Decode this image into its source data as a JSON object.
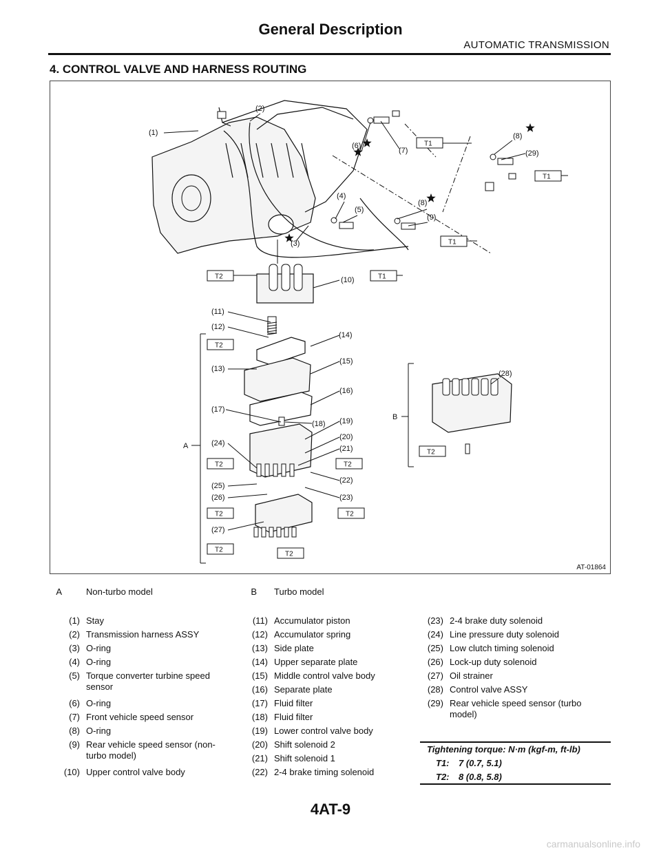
{
  "header": {
    "title": "General Description",
    "section": "AUTOMATIC TRANSMISSION"
  },
  "section_title": "4. CONTROL VALVE AND HARNESS ROUTING",
  "figure": {
    "code": "AT-01864",
    "callouts": [
      "(1)",
      "(2)",
      "(3)",
      "(4)",
      "(5)",
      "(6)",
      "(7)",
      "(8)",
      "(8)",
      "(9)",
      "(10)",
      "(11)",
      "(12)",
      "(13)",
      "(14)",
      "(15)",
      "(16)",
      "(17)",
      "(18)",
      "(19)",
      "(20)",
      "(21)",
      "(22)",
      "(23)",
      "(24)",
      "(25)",
      "(26)",
      "(27)",
      "(28)",
      "(29)"
    ],
    "torque_tags": [
      "T1",
      "T1",
      "T1",
      "T1",
      "T2",
      "T2",
      "T2",
      "T2",
      "T2",
      "T2",
      "T2",
      "T2",
      "T2"
    ],
    "group_labels": [
      "A",
      "B"
    ]
  },
  "model_legend": [
    {
      "code": "A",
      "text": "Non-turbo model"
    },
    {
      "code": "B",
      "text": "Turbo model"
    }
  ],
  "parts": {
    "col1": [
      {
        "num": "(1)",
        "name": "Stay"
      },
      {
        "num": "(2)",
        "name": "Transmission harness ASSY"
      },
      {
        "num": "(3)",
        "name": "O-ring"
      },
      {
        "num": "(4)",
        "name": "O-ring"
      },
      {
        "num": "(5)",
        "name": "Torque converter turbine speed sensor"
      },
      {
        "num": "(6)",
        "name": "O-ring"
      },
      {
        "num": "(7)",
        "name": "Front vehicle speed sensor"
      },
      {
        "num": "(8)",
        "name": "O-ring"
      },
      {
        "num": "(9)",
        "name": "Rear vehicle speed sensor (non-turbo model)"
      },
      {
        "num": "(10)",
        "name": "Upper control valve body"
      }
    ],
    "col2": [
      {
        "num": "(11)",
        "name": "Accumulator piston"
      },
      {
        "num": "(12)",
        "name": "Accumulator spring"
      },
      {
        "num": "(13)",
        "name": "Side plate"
      },
      {
        "num": "(14)",
        "name": "Upper separate plate"
      },
      {
        "num": "(15)",
        "name": "Middle control valve body"
      },
      {
        "num": "(16)",
        "name": "Separate plate"
      },
      {
        "num": "(17)",
        "name": "Fluid filter"
      },
      {
        "num": "(18)",
        "name": "Fluid filter"
      },
      {
        "num": "(19)",
        "name": "Lower control valve body"
      },
      {
        "num": "(20)",
        "name": "Shift solenoid 2"
      },
      {
        "num": "(21)",
        "name": "Shift solenoid 1"
      },
      {
        "num": "(22)",
        "name": "2-4 brake timing solenoid"
      }
    ],
    "col3": [
      {
        "num": "(23)",
        "name": "2-4 brake duty solenoid"
      },
      {
        "num": "(24)",
        "name": "Line pressure duty solenoid"
      },
      {
        "num": "(25)",
        "name": "Low clutch timing solenoid"
      },
      {
        "num": "(26)",
        "name": "Lock-up duty solenoid"
      },
      {
        "num": "(27)",
        "name": "Oil strainer"
      },
      {
        "num": "(28)",
        "name": "Control valve ASSY"
      },
      {
        "num": "(29)",
        "name": "Rear vehicle speed sensor (turbo model)"
      }
    ]
  },
  "torque": {
    "heading": "Tightening torque: N·m (kgf-m, ft-lb)",
    "rows": [
      {
        "code": "T1:",
        "value": "7 (0.7, 5.1)"
      },
      {
        "code": "T2:",
        "value": "8 (0.8, 5.8)"
      }
    ]
  },
  "footer": {
    "page": "4AT-9"
  },
  "watermark": "carmanualsonline.info"
}
